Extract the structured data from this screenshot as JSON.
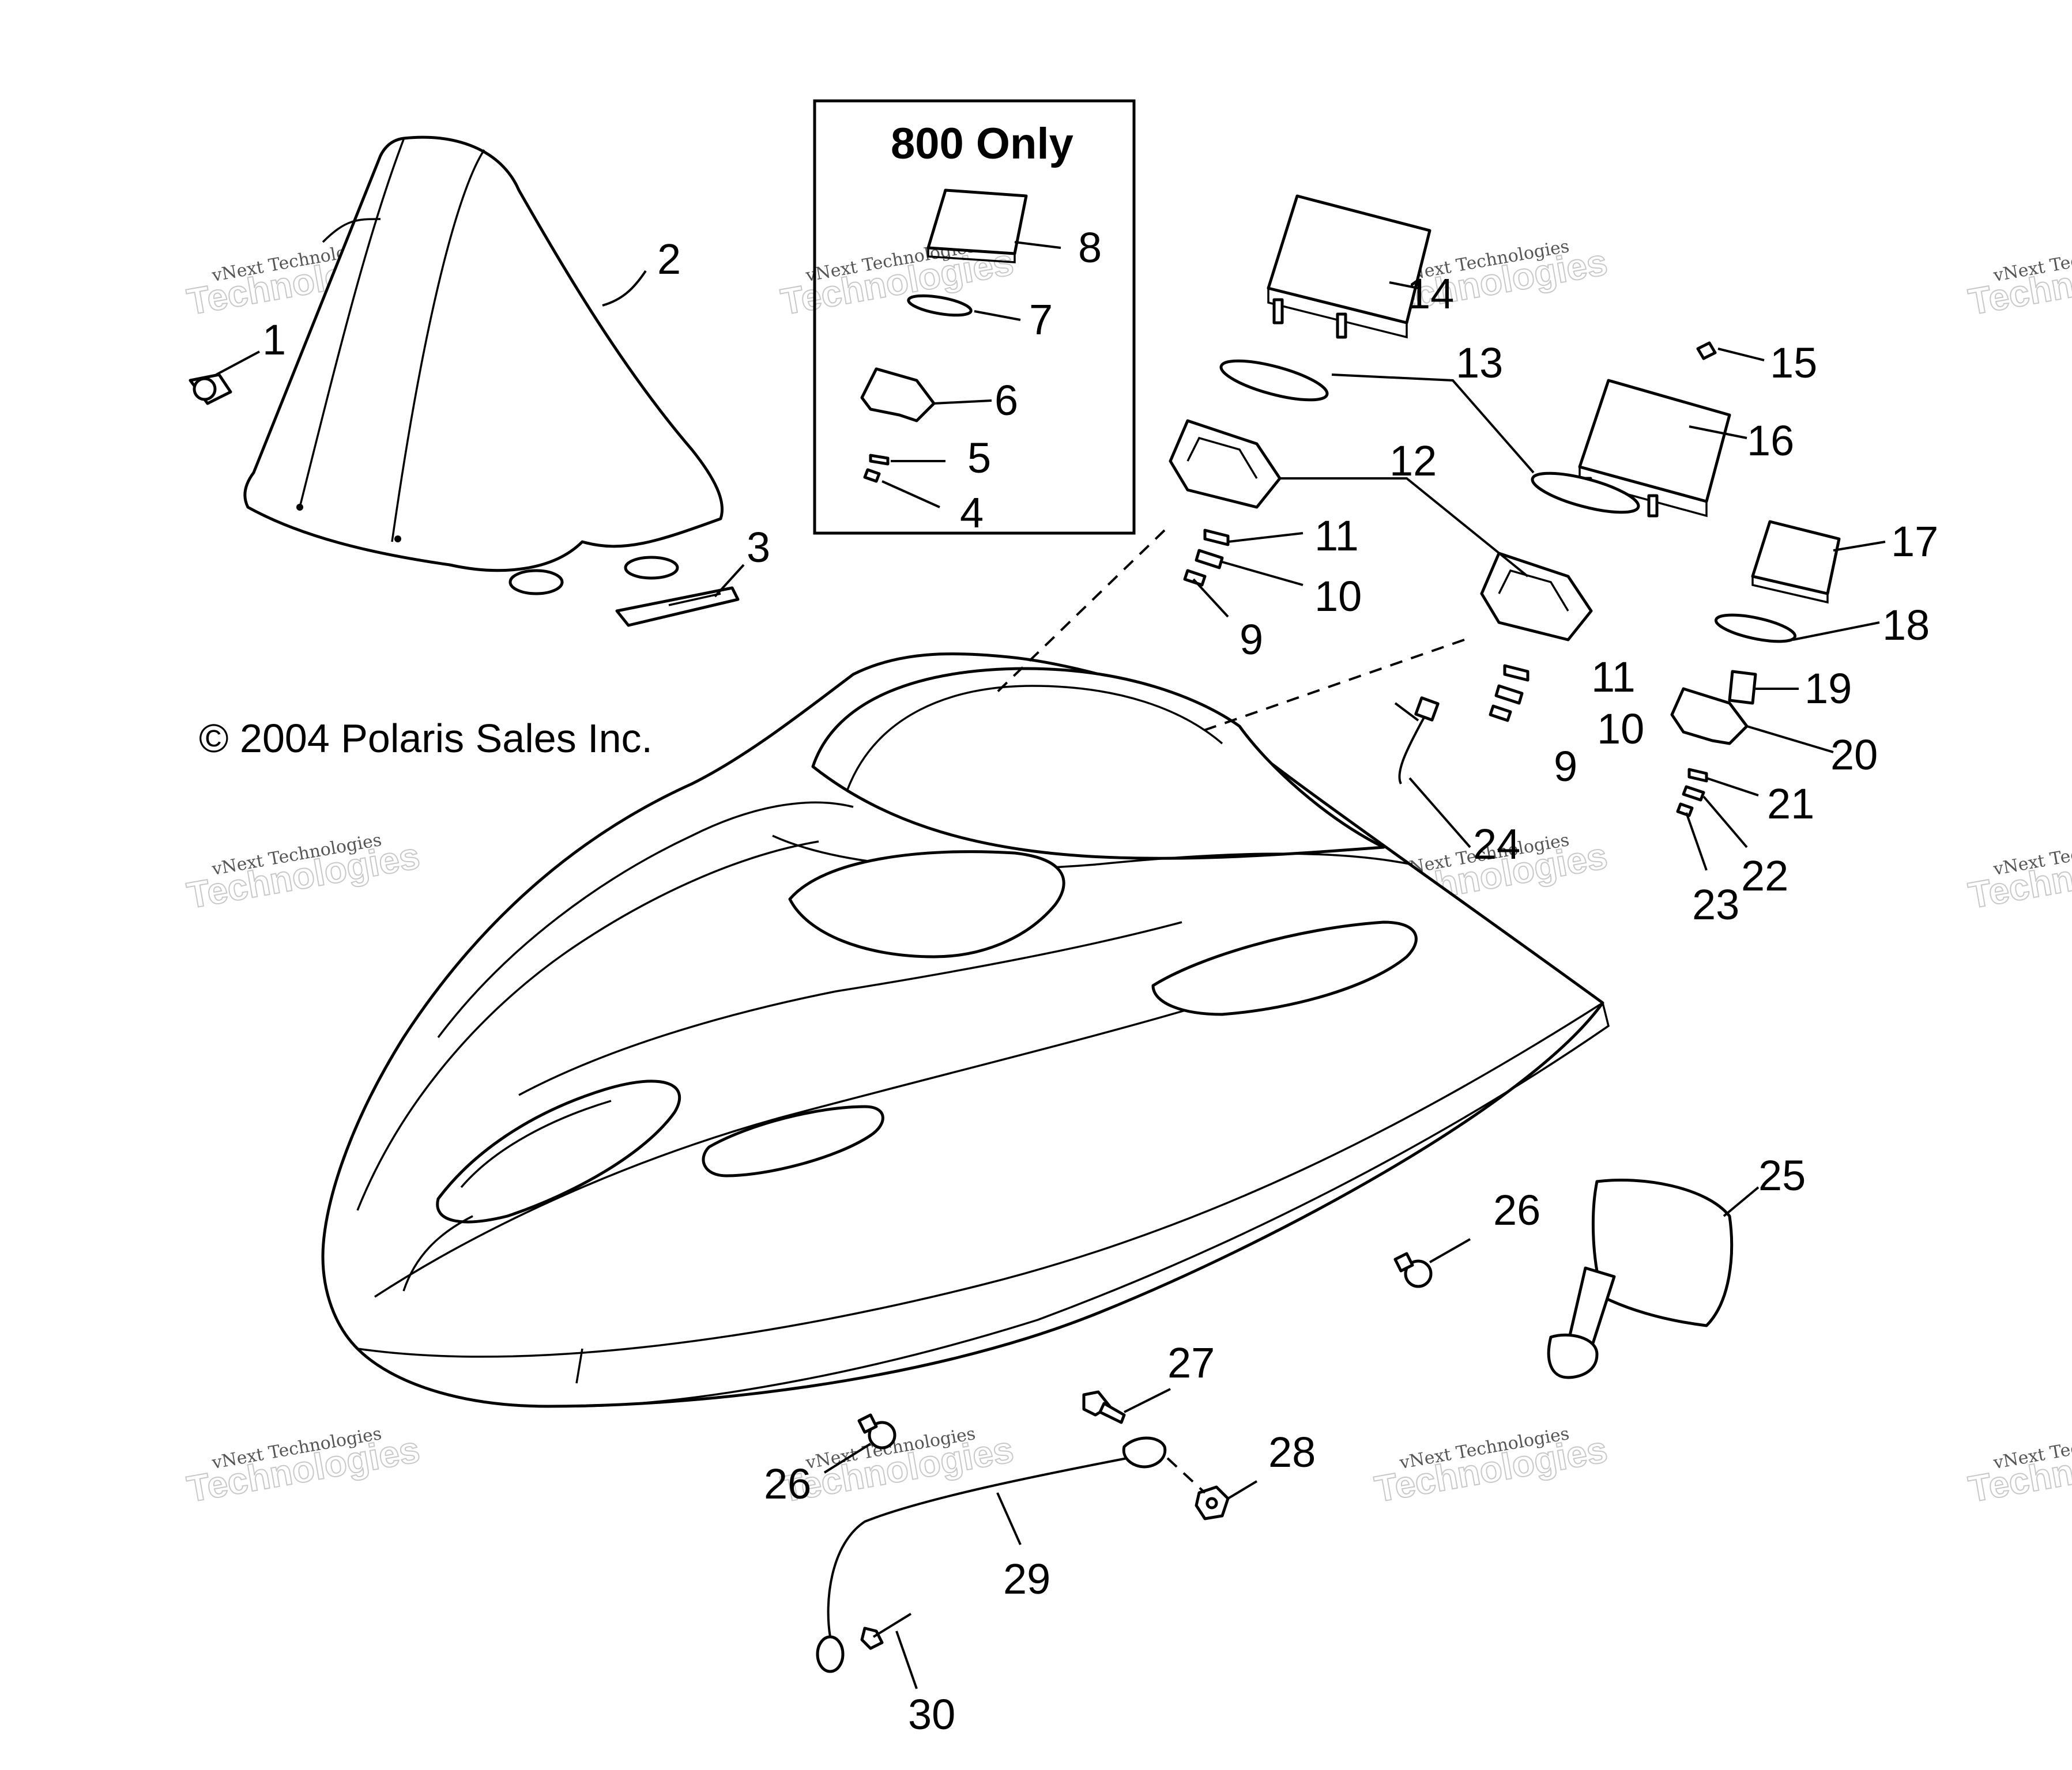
{
  "inset": {
    "title": "800 Only"
  },
  "copyright": "© 2004 Polaris Sales Inc.",
  "watermark": {
    "line1": "vNext Technologies",
    "line2": "Technologies"
  },
  "callouts": [
    {
      "id": "c1",
      "label": "1"
    },
    {
      "id": "c2",
      "label": "2"
    },
    {
      "id": "c3",
      "label": "3"
    },
    {
      "id": "c4",
      "label": "4"
    },
    {
      "id": "c5",
      "label": "5"
    },
    {
      "id": "c6",
      "label": "6"
    },
    {
      "id": "c7",
      "label": "7"
    },
    {
      "id": "c8",
      "label": "8"
    },
    {
      "id": "c9a",
      "label": "9"
    },
    {
      "id": "c9b",
      "label": "9"
    },
    {
      "id": "c10a",
      "label": "10"
    },
    {
      "id": "c10b",
      "label": "10"
    },
    {
      "id": "c11a",
      "label": "11"
    },
    {
      "id": "c11b",
      "label": "11"
    },
    {
      "id": "c12",
      "label": "12"
    },
    {
      "id": "c13",
      "label": "13"
    },
    {
      "id": "c14",
      "label": "14"
    },
    {
      "id": "c15",
      "label": "15"
    },
    {
      "id": "c16",
      "label": "16"
    },
    {
      "id": "c17",
      "label": "17"
    },
    {
      "id": "c18",
      "label": "18"
    },
    {
      "id": "c19",
      "label": "19"
    },
    {
      "id": "c20",
      "label": "20"
    },
    {
      "id": "c21",
      "label": "21"
    },
    {
      "id": "c22",
      "label": "22"
    },
    {
      "id": "c23",
      "label": "23"
    },
    {
      "id": "c24",
      "label": "24"
    },
    {
      "id": "c25",
      "label": "25"
    },
    {
      "id": "c26a",
      "label": "26"
    },
    {
      "id": "c26b",
      "label": "26"
    },
    {
      "id": "c27",
      "label": "27"
    },
    {
      "id": "c28",
      "label": "28"
    },
    {
      "id": "c29",
      "label": "29"
    },
    {
      "id": "c30",
      "label": "30"
    }
  ]
}
